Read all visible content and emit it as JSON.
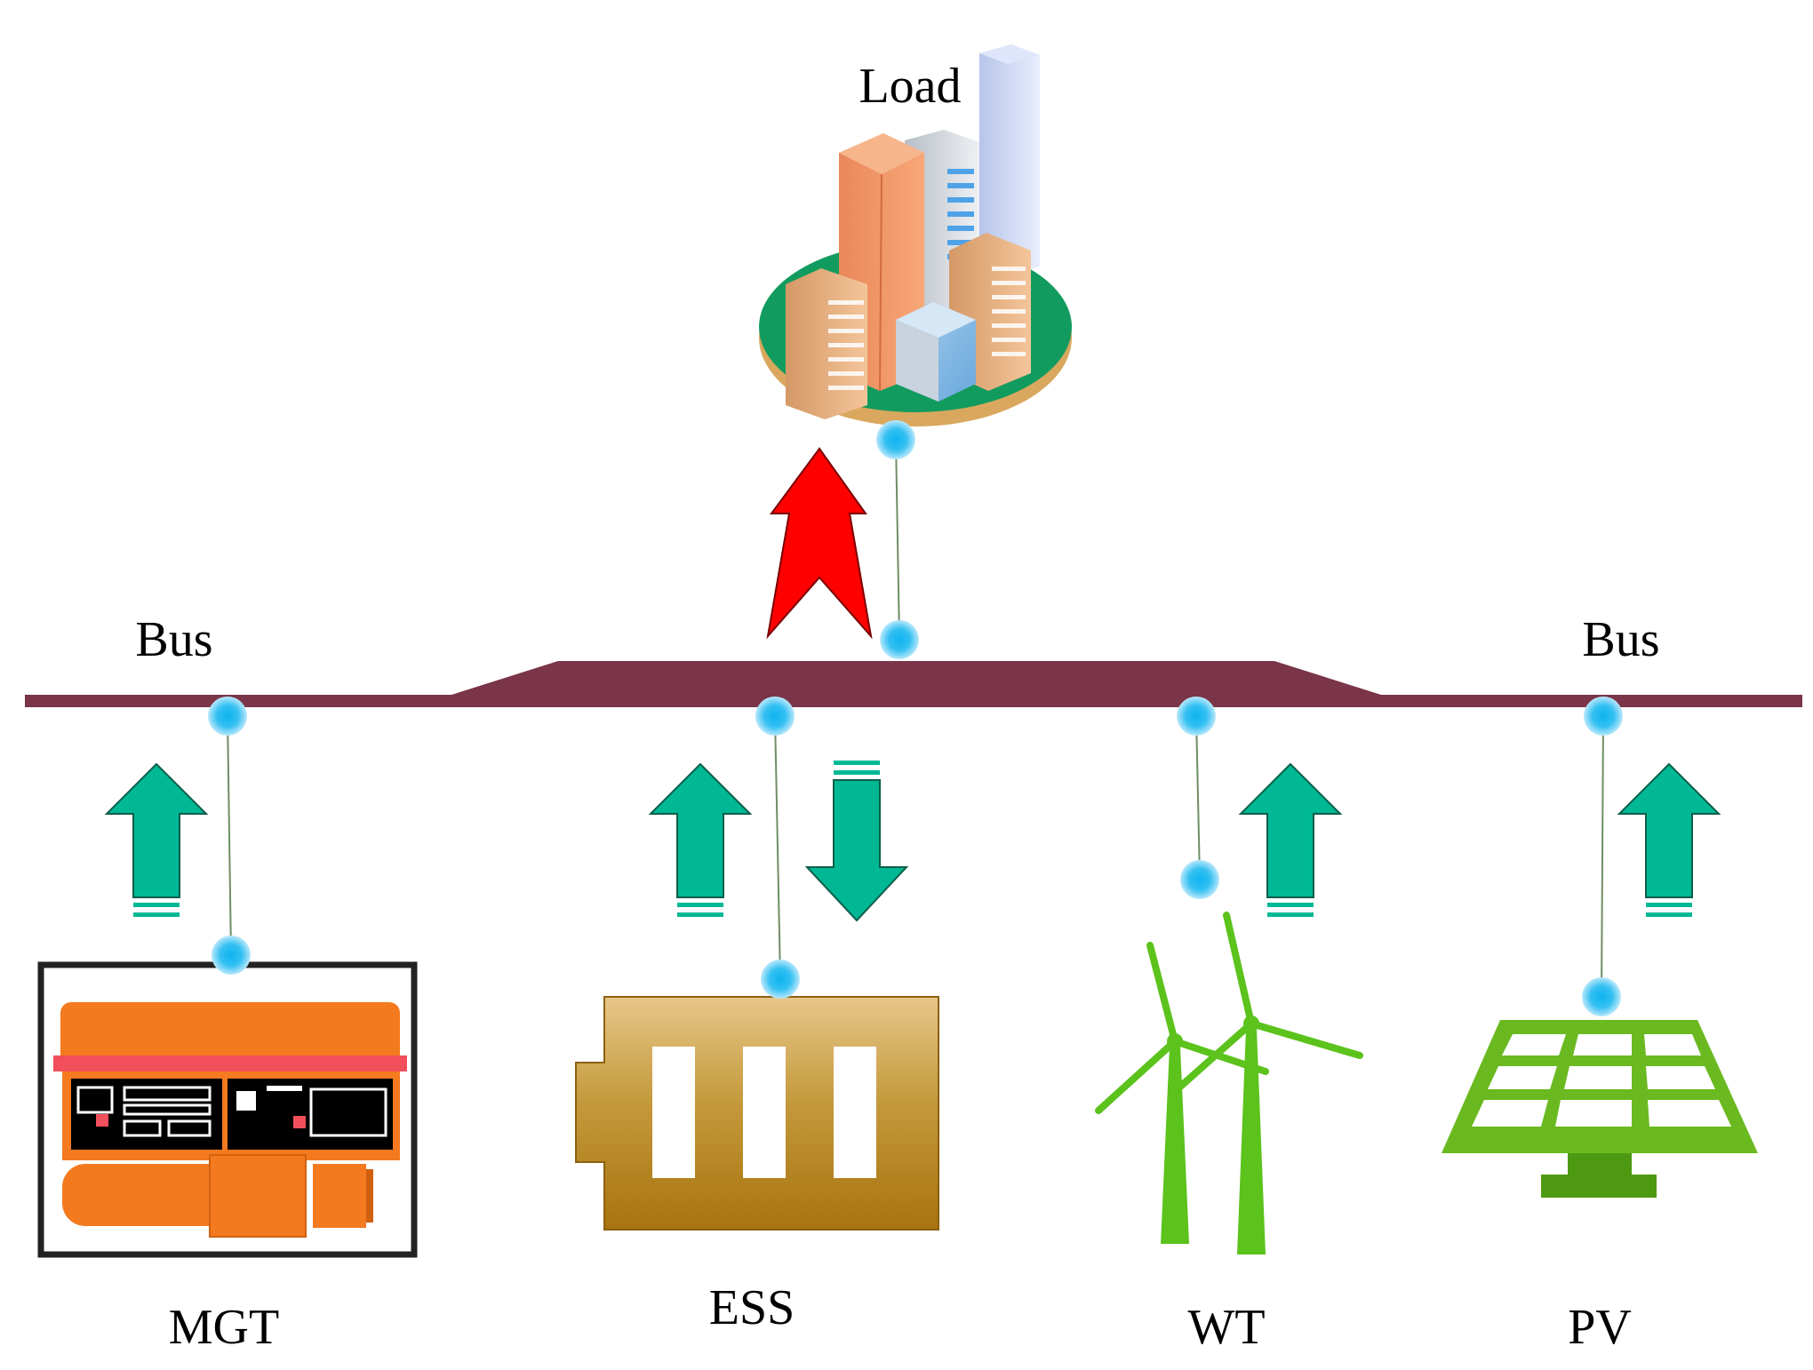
{
  "labels": {
    "load": "Load",
    "bus_left": "Bus",
    "bus_right": "Bus",
    "mgt": "MGT",
    "ess": "ESS",
    "wt": "WT",
    "pv": "PV"
  },
  "colors": {
    "bus": "#7a3548",
    "connector": "#5aa0e0",
    "flow_arrow": "#00b894",
    "load_arrow": "#ff0000",
    "mgt_body": "#f47a1f",
    "ess_body": "#c18a1f",
    "wt": "#5cc21c",
    "pv": "#6ab920",
    "island": "#129b5e"
  }
}
